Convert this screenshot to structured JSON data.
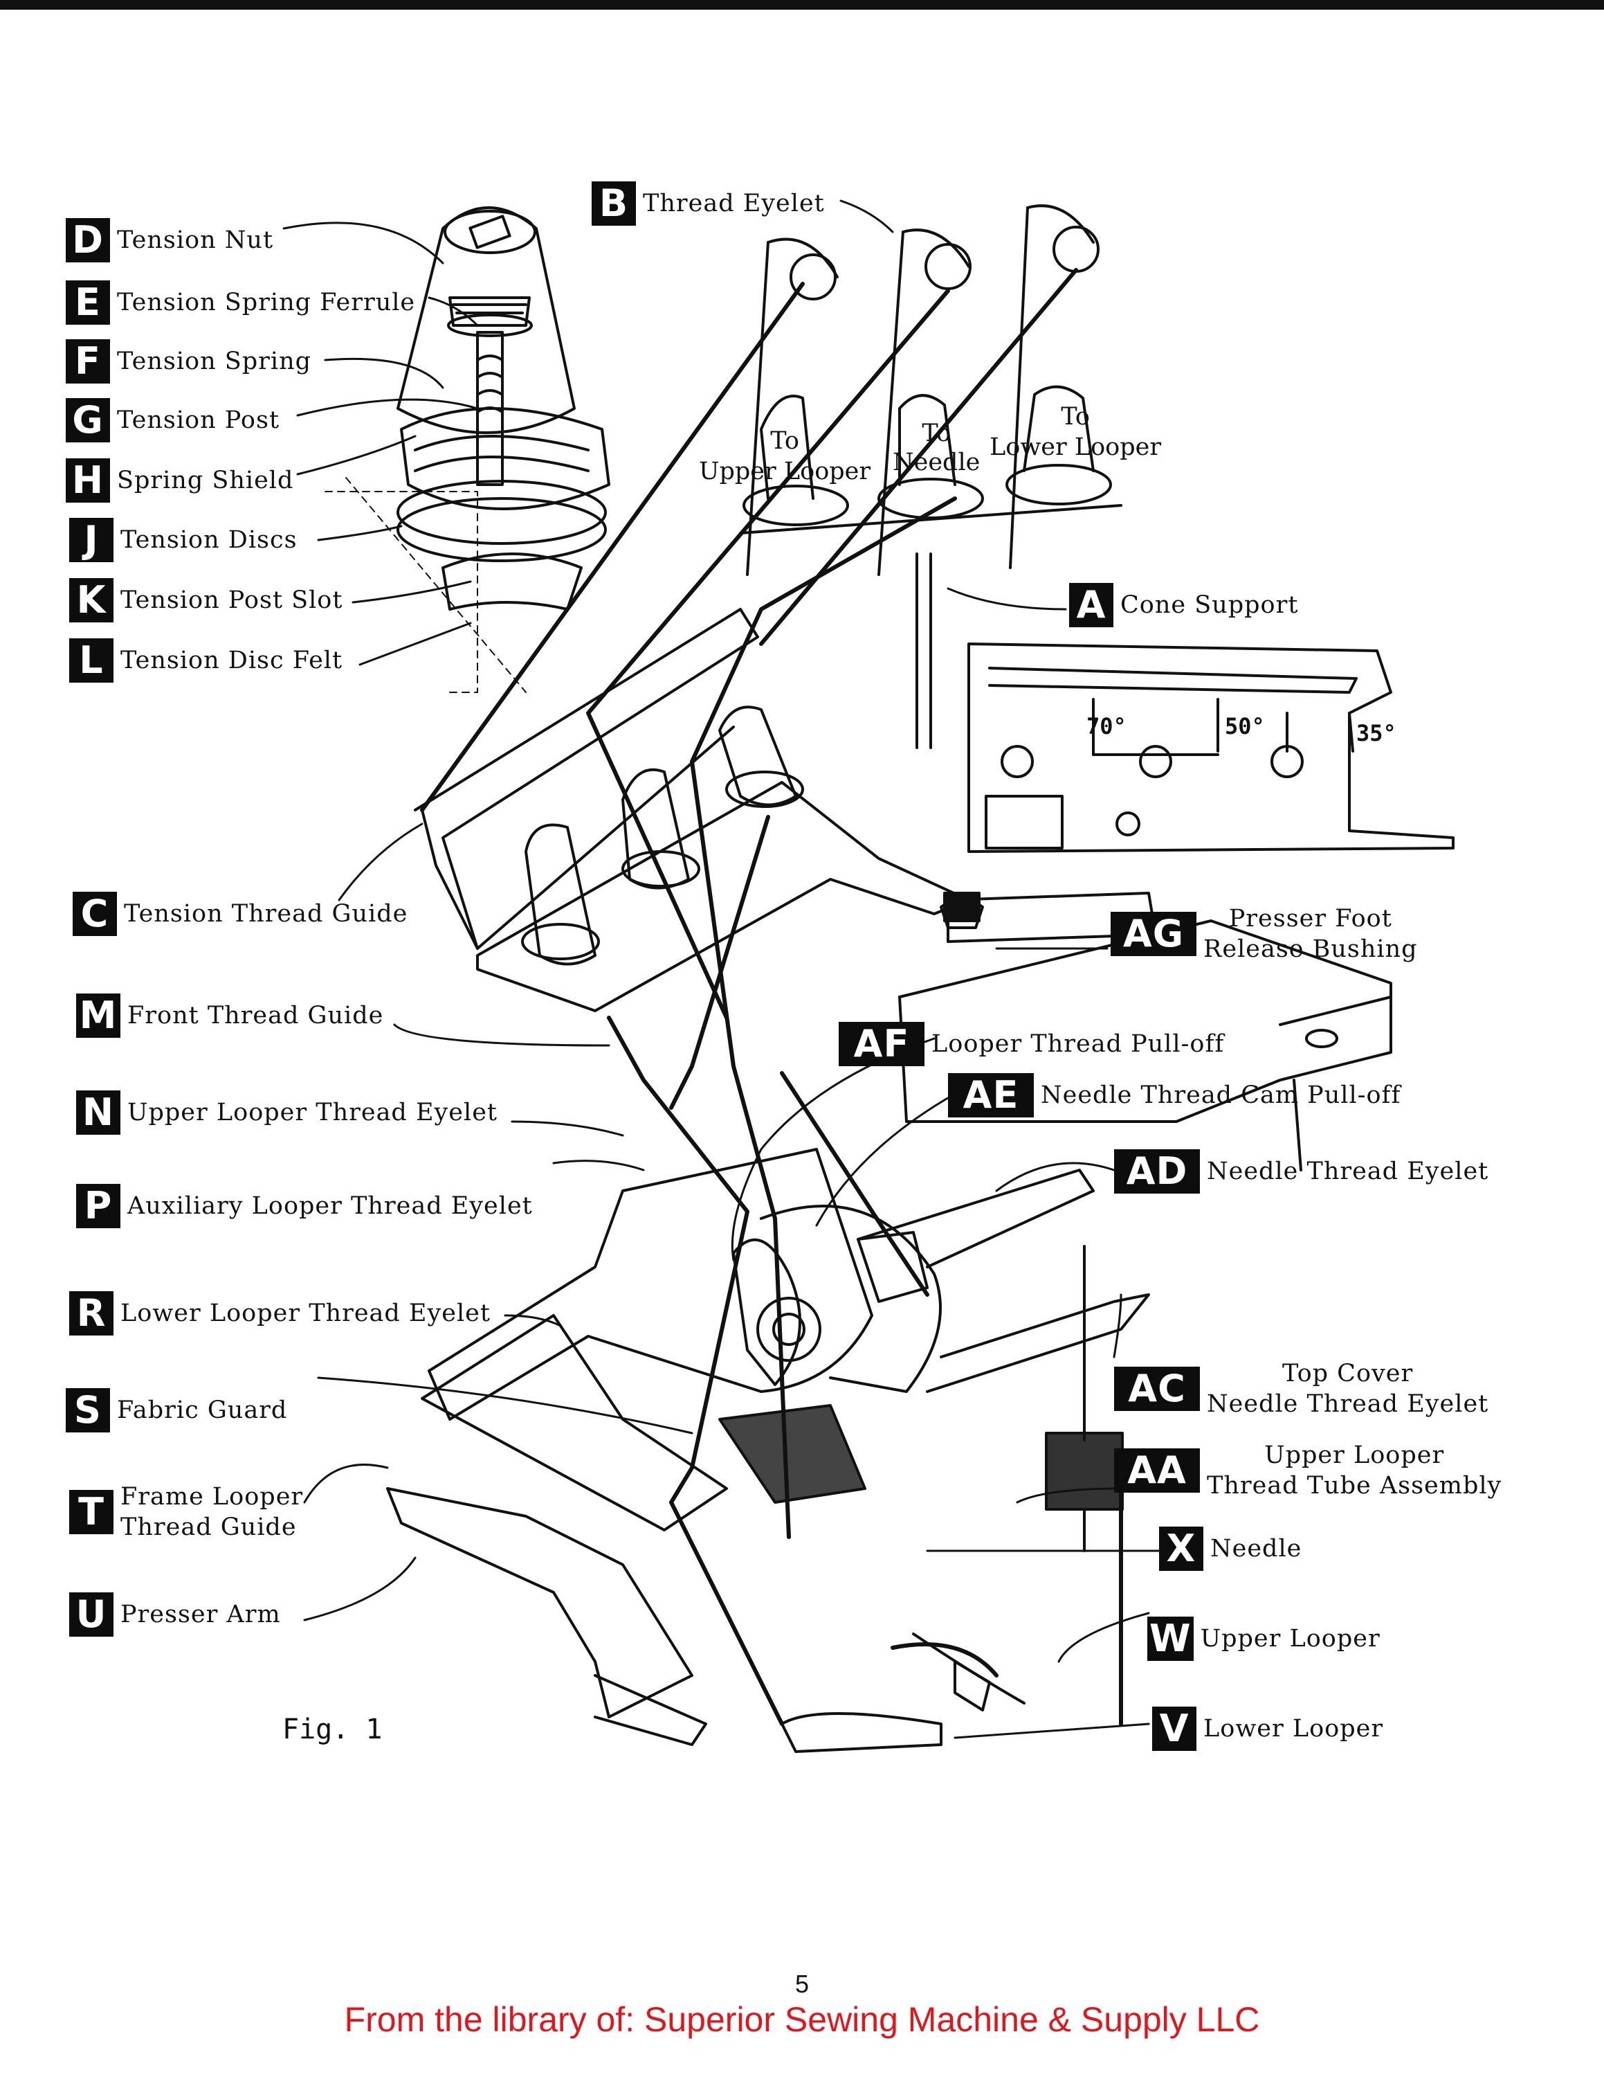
{
  "labels": {
    "D": {
      "badge": "D",
      "text": "Tension Nut"
    },
    "E": {
      "badge": "E",
      "text": "Tension Spring Ferrule"
    },
    "F": {
      "badge": "F",
      "text": "Tension Spring"
    },
    "G": {
      "badge": "G",
      "text": "Tension Post"
    },
    "H": {
      "badge": "H",
      "text": "Spring Shield"
    },
    "J": {
      "badge": "J",
      "text": "Tension Discs"
    },
    "K": {
      "badge": "K",
      "text": "Tension Post Slot"
    },
    "L": {
      "badge": "L",
      "text": "Tension Disc Felt"
    },
    "B": {
      "badge": "B",
      "text": "Thread Eyelet"
    },
    "A": {
      "badge": "A",
      "text": "Cone Support"
    },
    "C": {
      "badge": "C",
      "text": "Tension Thread Guide"
    },
    "M": {
      "badge": "M",
      "text": "Front Thread Guide"
    },
    "N": {
      "badge": "N",
      "text": "Upper Looper Thread Eyelet"
    },
    "P": {
      "badge": "P",
      "text": "Auxiliary Looper Thread Eyelet"
    },
    "R": {
      "badge": "R",
      "text": "Lower Looper Thread Eyelet"
    },
    "S": {
      "badge": "S",
      "text": "Fabric Guard"
    },
    "T": {
      "badge": "T",
      "line1": "Frame Looper",
      "line2": "Thread Guide"
    },
    "U": {
      "badge": "U",
      "text": "Presser Arm"
    },
    "AG": {
      "badge": "AG",
      "line1": "Presser Foot",
      "line2": "Release Bushing"
    },
    "AF": {
      "badge": "AF",
      "text": "Looper Thread Pull-off"
    },
    "AE": {
      "badge": "AE",
      "text": "Needle Thread Cam Pull-off"
    },
    "AD": {
      "badge": "AD",
      "text": "Needle Thread Eyelet"
    },
    "AC": {
      "badge": "AC",
      "line1": "Top Cover",
      "line2": "Needle Thread Eyelet"
    },
    "AA": {
      "badge": "AA",
      "line1": "Upper Looper",
      "line2": "Thread Tube Assembly"
    },
    "X": {
      "badge": "X",
      "text": "Needle"
    },
    "W": {
      "badge": "W",
      "text": "Upper Looper"
    },
    "V": {
      "badge": "V",
      "text": "Lower Looper"
    }
  },
  "cone_labels": {
    "upper_looper": {
      "line1": "To",
      "line2": "Upper Looper"
    },
    "needle": {
      "line1": "To",
      "line2": "Needle"
    },
    "lower_looper": {
      "line1": "To",
      "line2": "Lower Looper"
    }
  },
  "angles": {
    "a1": "70°",
    "a2": "50°",
    "a3": "35°"
  },
  "figure_caption": "Fig. 1",
  "page_number": "5",
  "footer": "From the library of: Superior Sewing Machine & Supply LLC"
}
